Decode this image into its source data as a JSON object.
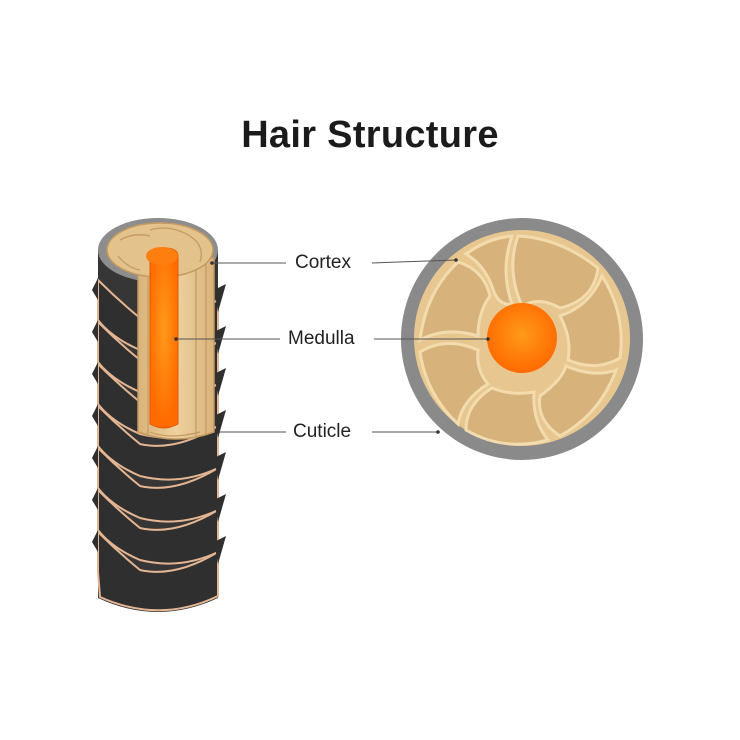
{
  "title": "Hair Structure",
  "labels": {
    "cortex": "Cortex",
    "medulla": "Medulla",
    "cuticle": "Cuticle"
  },
  "colors": {
    "cortex_fill": "#e2be86",
    "cortex_cell": "#d8b37b",
    "medulla": "#ff7a00",
    "cuticle_dark": "#3a3a3a",
    "cuticle_ring": "#8a8a8a",
    "scale_edge": "#e6b896"
  }
}
